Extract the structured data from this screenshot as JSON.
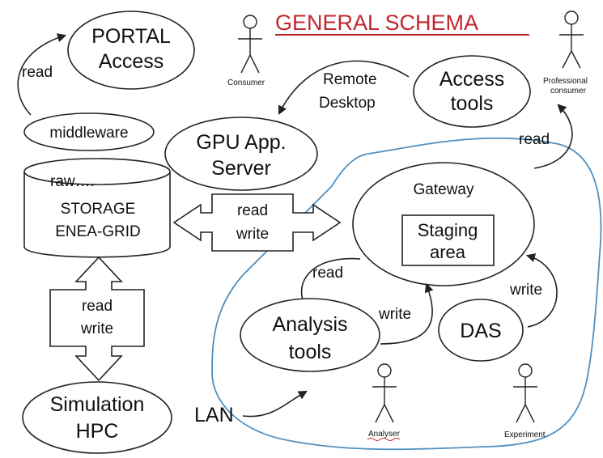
{
  "title": "GENERAL SCHEMA",
  "nodes": {
    "portal": [
      "PORTAL",
      "Access"
    ],
    "middleware": "middleware",
    "gpu": [
      "GPU App.",
      "Server"
    ],
    "access_tools": [
      "Access",
      "tools"
    ],
    "storage": [
      "raw….",
      "STORAGE",
      "ENEA-GRID"
    ],
    "gateway": "Gateway",
    "staging": [
      "Staging",
      "area"
    ],
    "analysis": [
      "Analysis",
      "tools"
    ],
    "das": "DAS",
    "simulation": [
      "Simulation",
      "HPC"
    ]
  },
  "edges": {
    "read_top_left": "read",
    "remote_desktop": [
      "Remote",
      "Desktop"
    ],
    "read_right": "read",
    "storage_gateway": [
      "read",
      "write"
    ],
    "storage_hpc": [
      "read",
      "write"
    ],
    "read_analysis": "read",
    "write_analysis": "write",
    "write_das": "write",
    "lan": "LAN"
  },
  "actors": {
    "consumer": "Consumer",
    "professional": [
      "Professional",
      "consumer"
    ],
    "analyser": "Analyser",
    "experiment": "Experiment"
  },
  "colors": {
    "title": "#c0272d",
    "region": "#4f8fc0"
  }
}
